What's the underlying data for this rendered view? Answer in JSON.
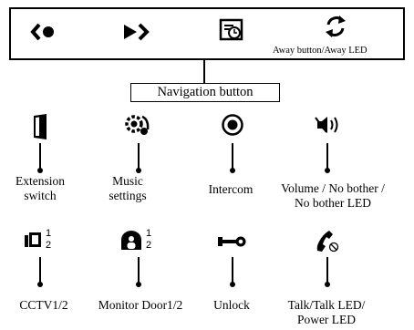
{
  "top_bar": {
    "away_label": "Away button/Away LED"
  },
  "navigation_label": "Navigation button",
  "row1": {
    "extension": [
      "Extension",
      "switch"
    ],
    "music": [
      "Music",
      "settings"
    ],
    "intercom": "Intercom",
    "volume": [
      "Volume / No bother /",
      "No bother LED"
    ]
  },
  "row2": {
    "cctv": "CCTV1/2",
    "cctv_sup": "1",
    "cctv_sub": "2",
    "monitor": "Monitor Door1/2",
    "monitor_sup": "1",
    "monitor_sub": "2",
    "unlock": "Unlock",
    "talk": [
      "Talk/Talk LED/",
      "Power LED"
    ]
  },
  "icons": [
    "previous-icon",
    "next-icon",
    "calendar-clock-icon",
    "refresh-icon",
    "extension-switch-icon",
    "music-settings-icon",
    "intercom-icon",
    "volume-icon",
    "cctv-icon",
    "monitor-door-icon",
    "unlock-key-icon",
    "talk-handset-icon"
  ]
}
